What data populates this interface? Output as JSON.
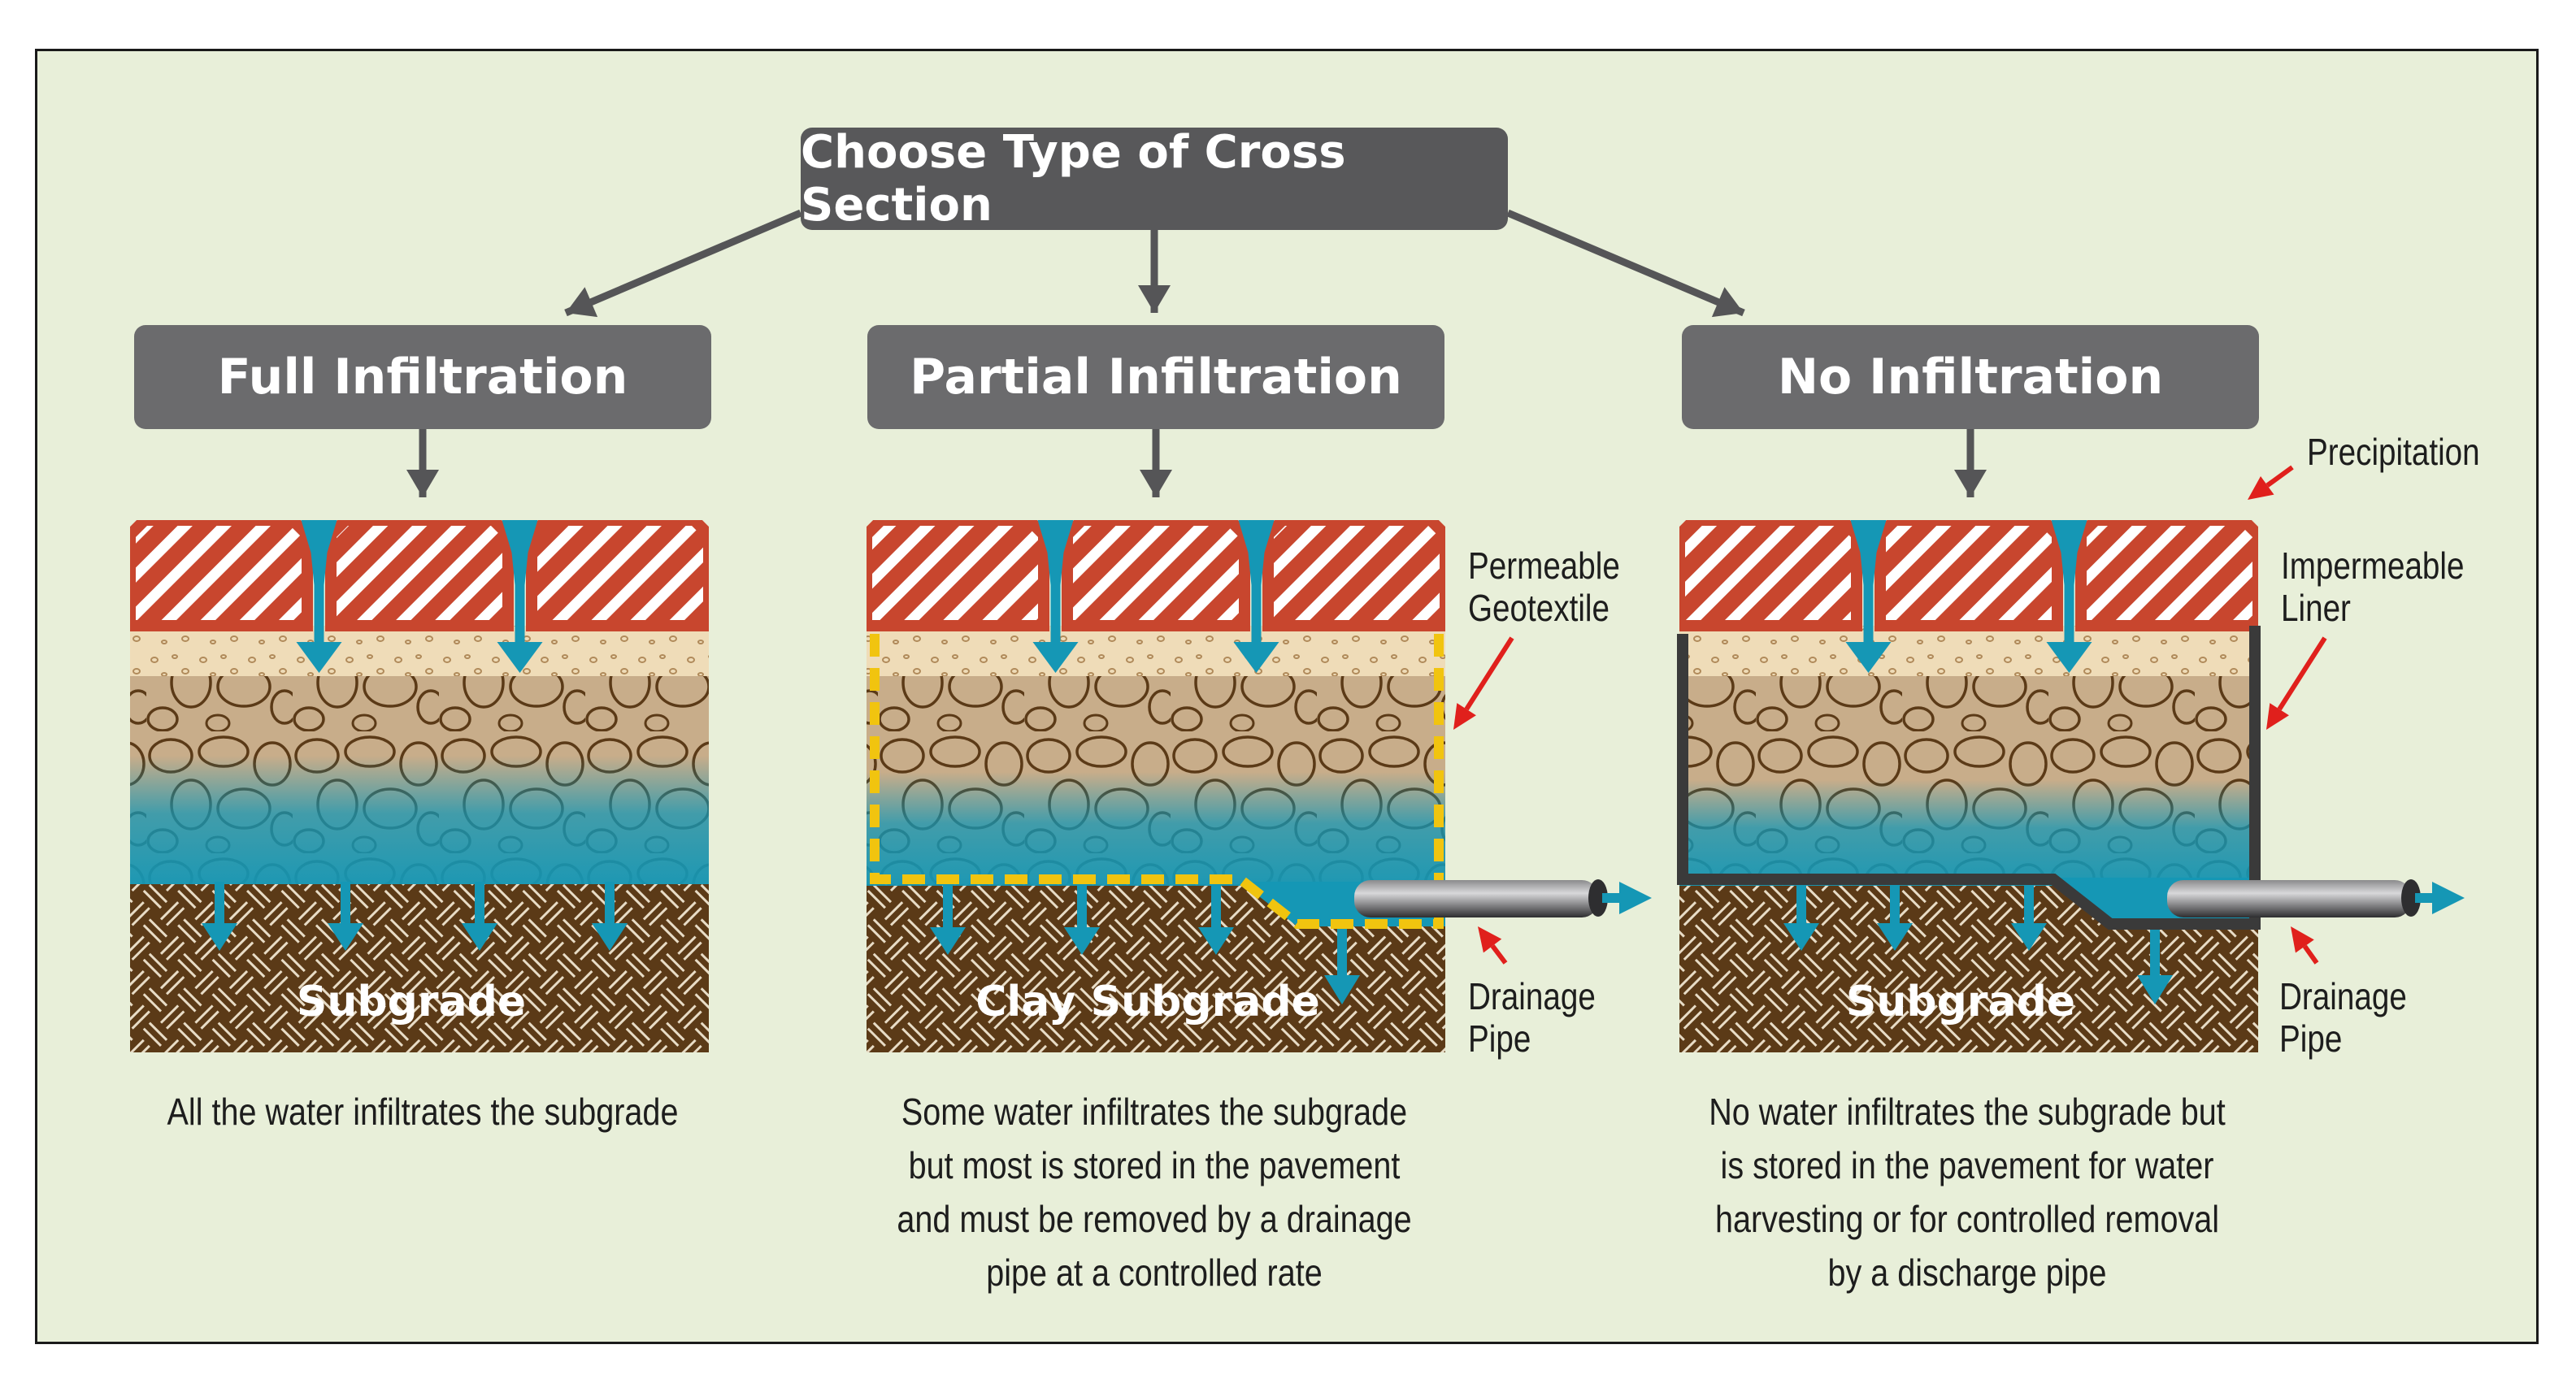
{
  "title": "Choose Type of Cross Section",
  "panels": [
    {
      "heading": "Full Infiltration",
      "subgrade_label": "Subgrade",
      "caption": "All the water infiltrates the subgrade"
    },
    {
      "heading": "Partial Infiltration",
      "subgrade_label": "Clay Subgrade",
      "caption": "Some water infiltrates the subgrade\nbut most is stored in the pavement\nand must be removed by a drainage\npipe at a controlled rate"
    },
    {
      "heading": "No Infiltration",
      "subgrade_label": "Subgrade",
      "caption": "No water infiltrates the subgrade but\nis stored in the pavement for water\nharvesting or for controlled removal\nby a discharge pipe"
    }
  ],
  "callouts": {
    "permeable_geotextile": "Permeable\nGeotextile",
    "drainage_pipe_2": "Drainage\nPipe",
    "precipitation": "Precipitation",
    "impermeable_liner": "Impermeable\nLiner",
    "drainage_pipe_3": "Drainage\nPipe"
  },
  "colors": {
    "background": "#e8efd9",
    "header": "#6b6b6d",
    "paver": "#c8462e",
    "bedding": "#efdcb8",
    "aggregate": "#c8ad8a",
    "water": "#1597b5",
    "subgrade": "#5b3a17",
    "geotextile": "#f1c40f",
    "liner": "#3a3a3a",
    "arrow_red": "#e0201c"
  }
}
